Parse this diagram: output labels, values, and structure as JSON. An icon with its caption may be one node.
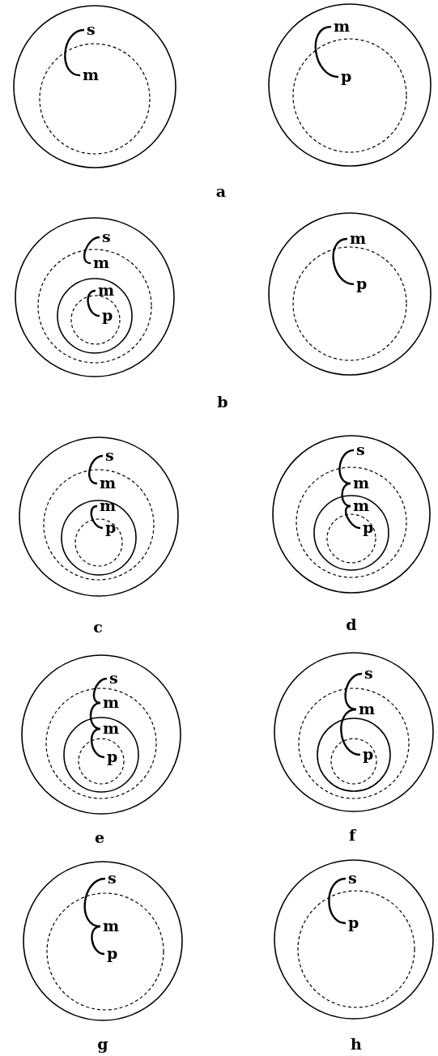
{
  "diagram": {
    "labels": [
      "s",
      "m",
      "m",
      "p",
      "a",
      "s",
      "m",
      "m",
      "p",
      "m",
      "p",
      "b",
      "s",
      "m",
      "m",
      "p",
      "s",
      "m",
      "m",
      "p",
      "c",
      "d",
      "s",
      "m",
      "m",
      "p",
      "s",
      "m",
      "p",
      "e",
      "f",
      "s",
      "m",
      "p",
      "s",
      "p",
      "g",
      "h"
    ]
  }
}
